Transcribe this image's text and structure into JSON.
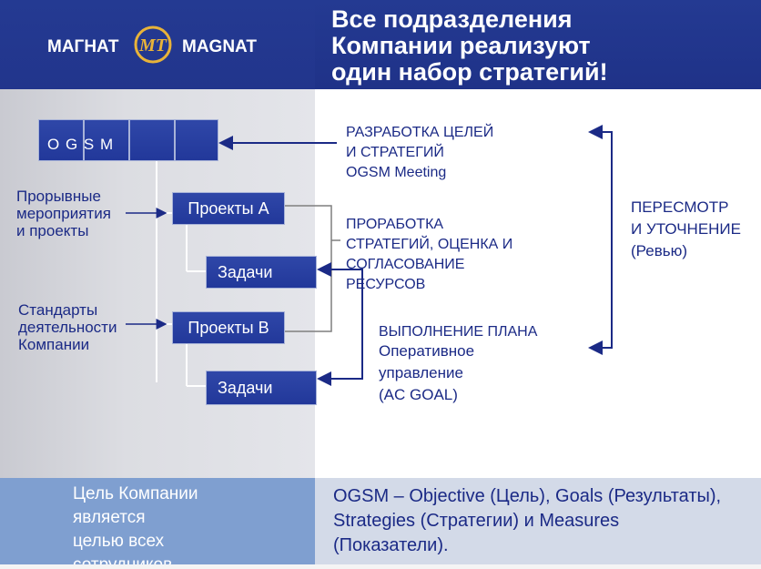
{
  "header": {
    "title": "Все подразделения\nКомпании реализуют\nодин набор стратегий!",
    "logo_left": "МАГНАТ",
    "logo_mark": "MT",
    "logo_right": "MAGNAT"
  },
  "diagram": {
    "ogsm_label": "O G S M",
    "projects_a": "Проекты А",
    "projects_b": "Проекты В",
    "tasks_1": "Задачи",
    "tasks_2": "Задачи",
    "left_breakthrough": "Прорывные\nмероприятия\nи проекты",
    "left_standards": "Стандарты\nдеятельности\nКомпании",
    "step1": "РАЗРАБОТКА ЦЕЛЕЙ\nИ СТРАТЕГИЙ\nOGSM Meeting",
    "step2": "ПРОРАБОТКА\nСТРАТЕГИЙ, ОЦЕНКА И\nСОГЛАСОВАНИЕ\nРЕСУРСОВ",
    "step3_title": "ВЫПОЛНЕНИЕ ПЛАНА",
    "step3_body": "Оперативное\nуправление\n(AC GOAL)",
    "review": "ПЕРЕСМОТР\nИ УТОЧНЕНИЕ\n(Ревью)"
  },
  "footer": {
    "left": "Цель Компании\nявляется\nцелью всех\nсотрудников",
    "right": "OGSM – Objective (Цель), Goals (Результаты), Strategies (Стратегии) и Measures (Показатели)."
  },
  "colors": {
    "navy": "#1b2a86",
    "header_blue": "#243a92",
    "box_blue": "#2a41a2",
    "footer_left": "#7f9fd0",
    "footer_right": "#d3dae8"
  }
}
